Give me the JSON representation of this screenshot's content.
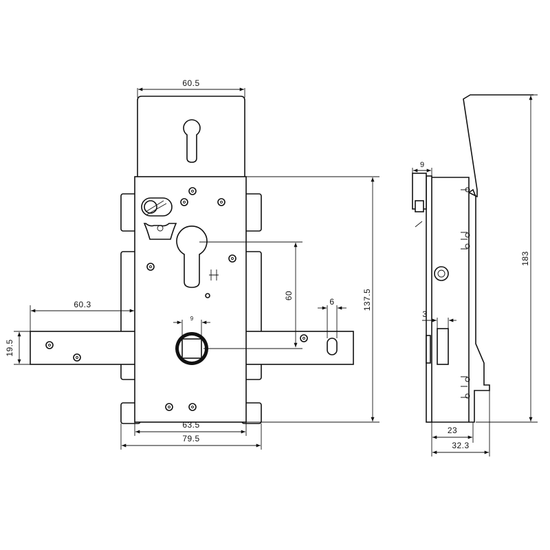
{
  "front_view": {
    "width_faceplate": "60.5",
    "left_bolt_extension": "60.3",
    "bolt_height": "19.5",
    "vertical_distance": "60",
    "small_hole": "6",
    "spindle_size": "9",
    "body_height": "137.5",
    "inner_width": "63.5",
    "outer_width": "79.5"
  },
  "side_view": {
    "top_offset": "9",
    "overall_height": "183",
    "latch_offset": "3",
    "depth": "23",
    "overall_depth": "32.3"
  }
}
